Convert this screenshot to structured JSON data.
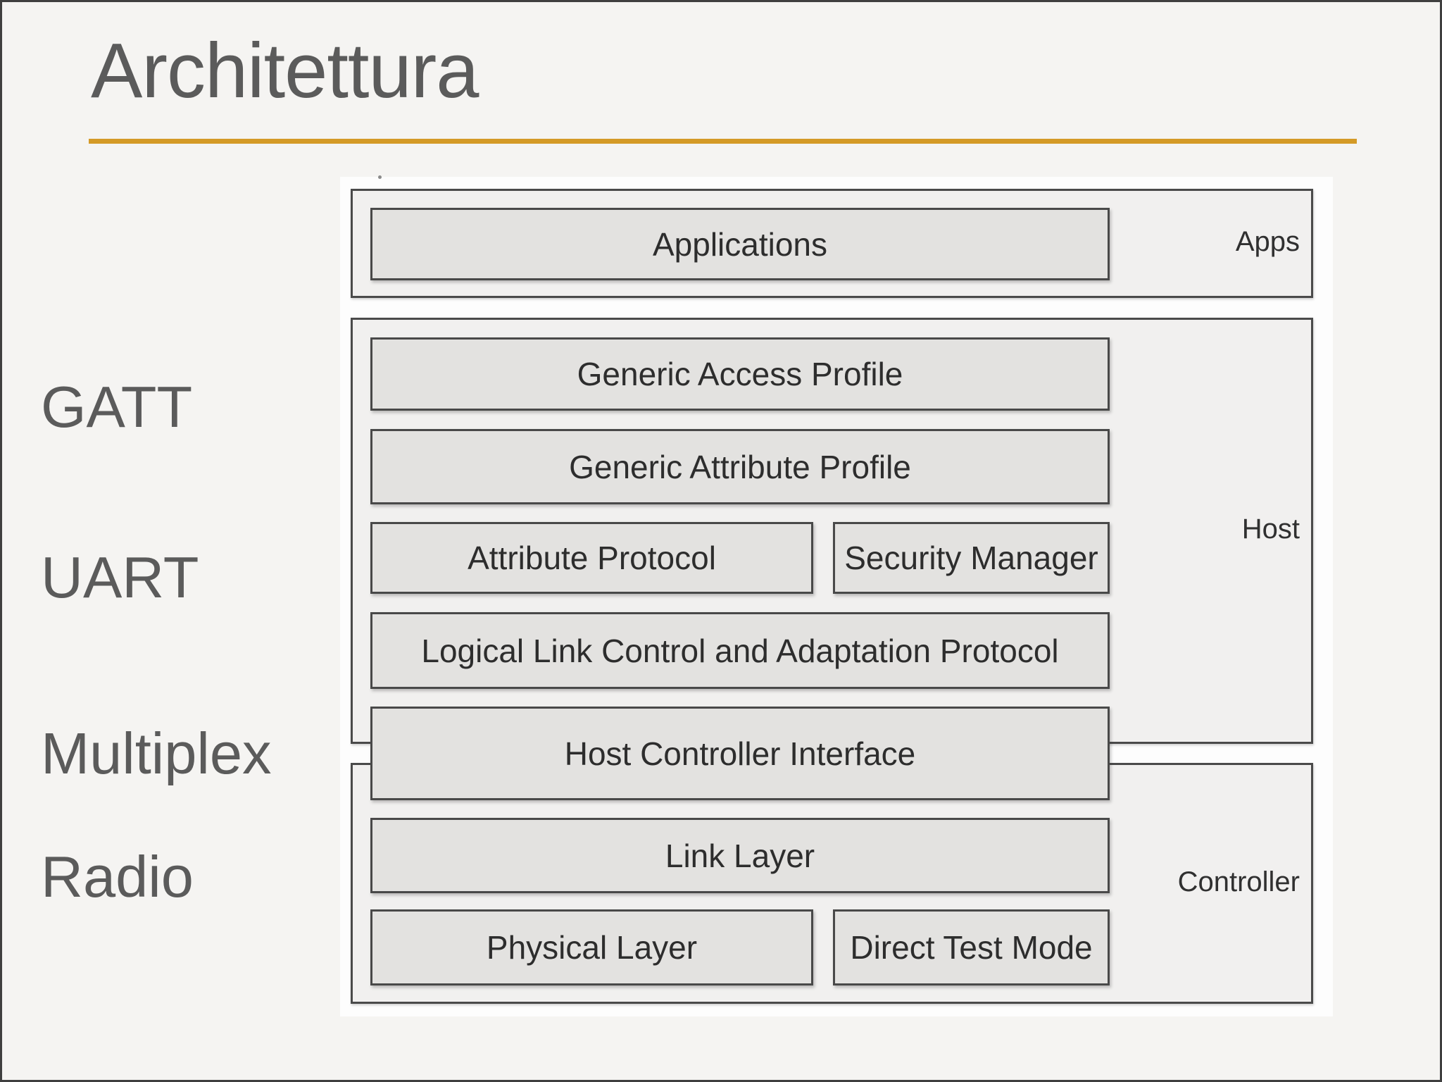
{
  "title": "Architettura",
  "side_labels": {
    "gatt": "GATT",
    "uart": "UART",
    "multiplex": "Multiplex",
    "radio": "Radio"
  },
  "diagram": {
    "section_labels": {
      "apps": "Apps",
      "host": "Host",
      "controller": "Controller"
    },
    "boxes": {
      "applications": "Applications",
      "gap": "Generic Access Profile",
      "gatt_profile": "Generic Attribute Profile",
      "att": "Attribute Protocol",
      "sm": "Security Manager",
      "l2cap": "Logical Link Control and Adaptation Protocol",
      "hci": "Host Controller Interface",
      "link_layer": "Link Layer",
      "phy": "Physical Layer",
      "dtm": "Direct Test Mode"
    }
  },
  "colors": {
    "accent_underline": "#d49a27",
    "slide_background": "#f5f4f2",
    "panel_fill": "#f1f0ef",
    "box_fill": "#e3e2e0",
    "border": "#4a4a4a",
    "heading_text": "#5b5b5b",
    "diagram_text": "#2d2d2d"
  }
}
